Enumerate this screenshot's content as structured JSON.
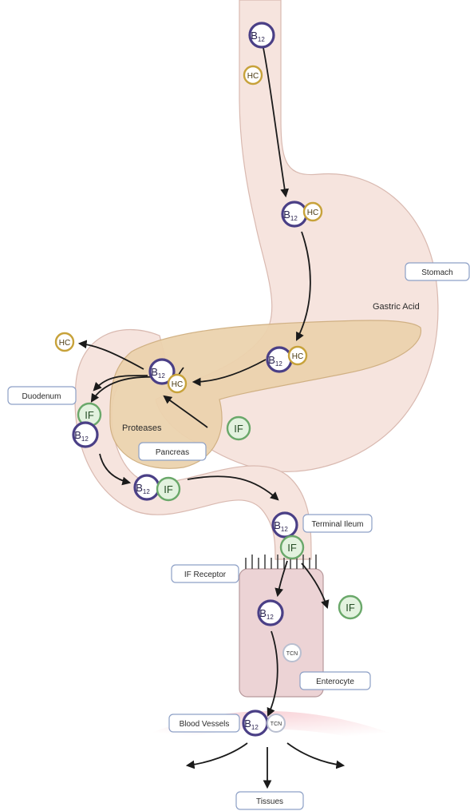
{
  "labels": {
    "stomach": "Stomach",
    "gastric_acid": "Gastric Acid",
    "duodenum": "Duodenum",
    "proteases": "Proteases",
    "pancreas": "Pancreas",
    "terminal_ileum": "Terminal Ileum",
    "if_receptor": "IF Receptor",
    "enterocyte": "Enterocyte",
    "blood_vessels": "Blood Vessels",
    "tissues": "Tissues"
  },
  "molecules": {
    "b12_main": "B",
    "b12_sub": "12",
    "hc": "HC",
    "if": "IF",
    "tcn": "TCN"
  },
  "colors": {
    "b12_ring": "#4a3f86",
    "hc_ring": "#c7a23a",
    "if_ring": "#6aa86a",
    "if_fill": "#e3f2df",
    "tcn_ring": "#b9bfd0",
    "organ_fill": "#f6e4de",
    "pancreas_fill": "#ecd3ae",
    "enterocyte_fill": "#ecd3d5"
  }
}
